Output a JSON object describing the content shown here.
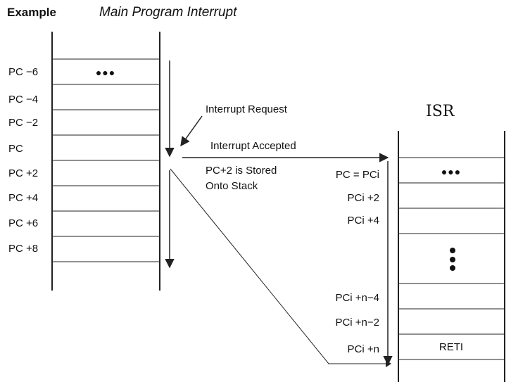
{
  "header": {
    "example_label": "Example",
    "main_title": "Main Program Interrupt"
  },
  "isr_title": "ISR",
  "main_program": {
    "rows": [
      {
        "label": "PC −6",
        "cell": "●●●"
      },
      {
        "label": "PC −4",
        "cell": ""
      },
      {
        "label": "PC −2",
        "cell": ""
      },
      {
        "label": "PC",
        "cell": ""
      },
      {
        "label": "PC +2",
        "cell": ""
      },
      {
        "label": "PC +4",
        "cell": ""
      },
      {
        "label": "PC +6",
        "cell": ""
      },
      {
        "label": "PC +8",
        "cell": ""
      }
    ]
  },
  "annotations": {
    "interrupt_request": "Interrupt Request",
    "interrupt_accepted": "Interrupt Accepted",
    "stored_line1": "PC+2 is Stored",
    "stored_line2": "Onto Stack"
  },
  "isr": {
    "labels": [
      "PC = PCi",
      "PCi +2",
      "PCi +4",
      "PCi +n−4",
      "PCi +n−2",
      "PCi +n"
    ],
    "cells": {
      "top_dots": "●●●",
      "mid_dots": "●●●",
      "reti": "RETI"
    }
  }
}
